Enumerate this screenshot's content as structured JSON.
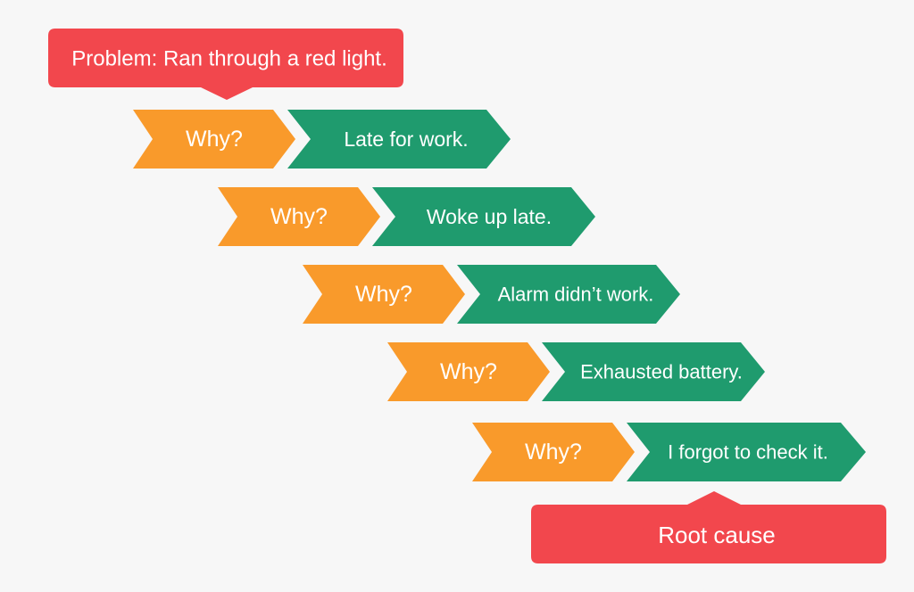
{
  "colors": {
    "background": "#f7f7f7",
    "problem": "#f2474d",
    "why": "#f99a2b",
    "answer": "#1f9b6e",
    "text": "#ffffff"
  },
  "problem": {
    "label": "Problem: Ran through a red light."
  },
  "steps": [
    {
      "why": "Why?",
      "answer": "Late for work."
    },
    {
      "why": "Why?",
      "answer": "Woke up late."
    },
    {
      "why": "Why?",
      "answer": "Alarm didn’t work."
    },
    {
      "why": "Why?",
      "answer": "Exhausted battery."
    },
    {
      "why": "Why?",
      "answer": "I forgot to check it."
    }
  ],
  "root_cause": {
    "label": "Root cause"
  }
}
